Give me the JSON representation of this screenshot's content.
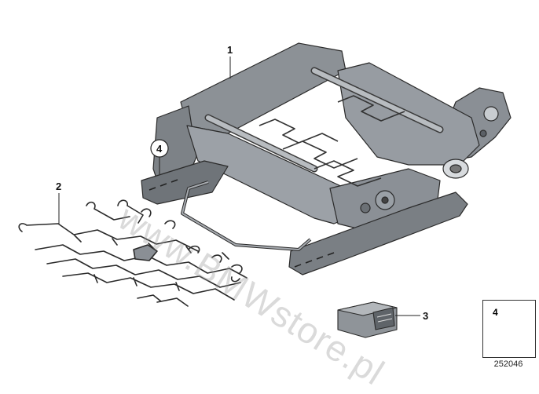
{
  "callouts": {
    "c1": "1",
    "c2": "2",
    "c3": "3",
    "c4": "4"
  },
  "legend": {
    "item_number": "4",
    "diagram_id": "252046"
  },
  "watermark": "www.BMWstore.pl"
}
